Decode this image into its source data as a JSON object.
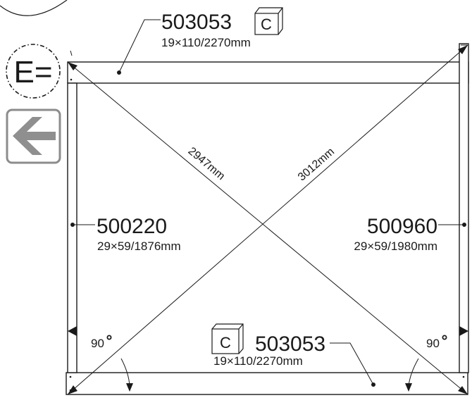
{
  "toolbar": {
    "buttons": [
      {
        "label": "E=",
        "icon": "equal-measure-icon"
      },
      {
        "label": "",
        "icon": "arrow-left-icon"
      }
    ]
  },
  "top_board": {
    "code": "503053",
    "dimensions": "19×110/2270mm",
    "box_label": "C"
  },
  "bottom_board": {
    "code": "503053",
    "dimensions": "19×110/2270mm",
    "box_label": "C"
  },
  "left_post": {
    "code": "500220",
    "dimensions": "29×59/1876mm"
  },
  "right_post": {
    "code": "500960",
    "dimensions": "29×59/1980mm"
  },
  "diagonals": {
    "first": "2947mm",
    "second": "3012mm"
  },
  "angles": {
    "left": "90",
    "right": "90"
  },
  "colors": {
    "line": "#1a1a1a",
    "button_border": "#8c8c8c",
    "arrow_fill": "#8f8f8f"
  }
}
